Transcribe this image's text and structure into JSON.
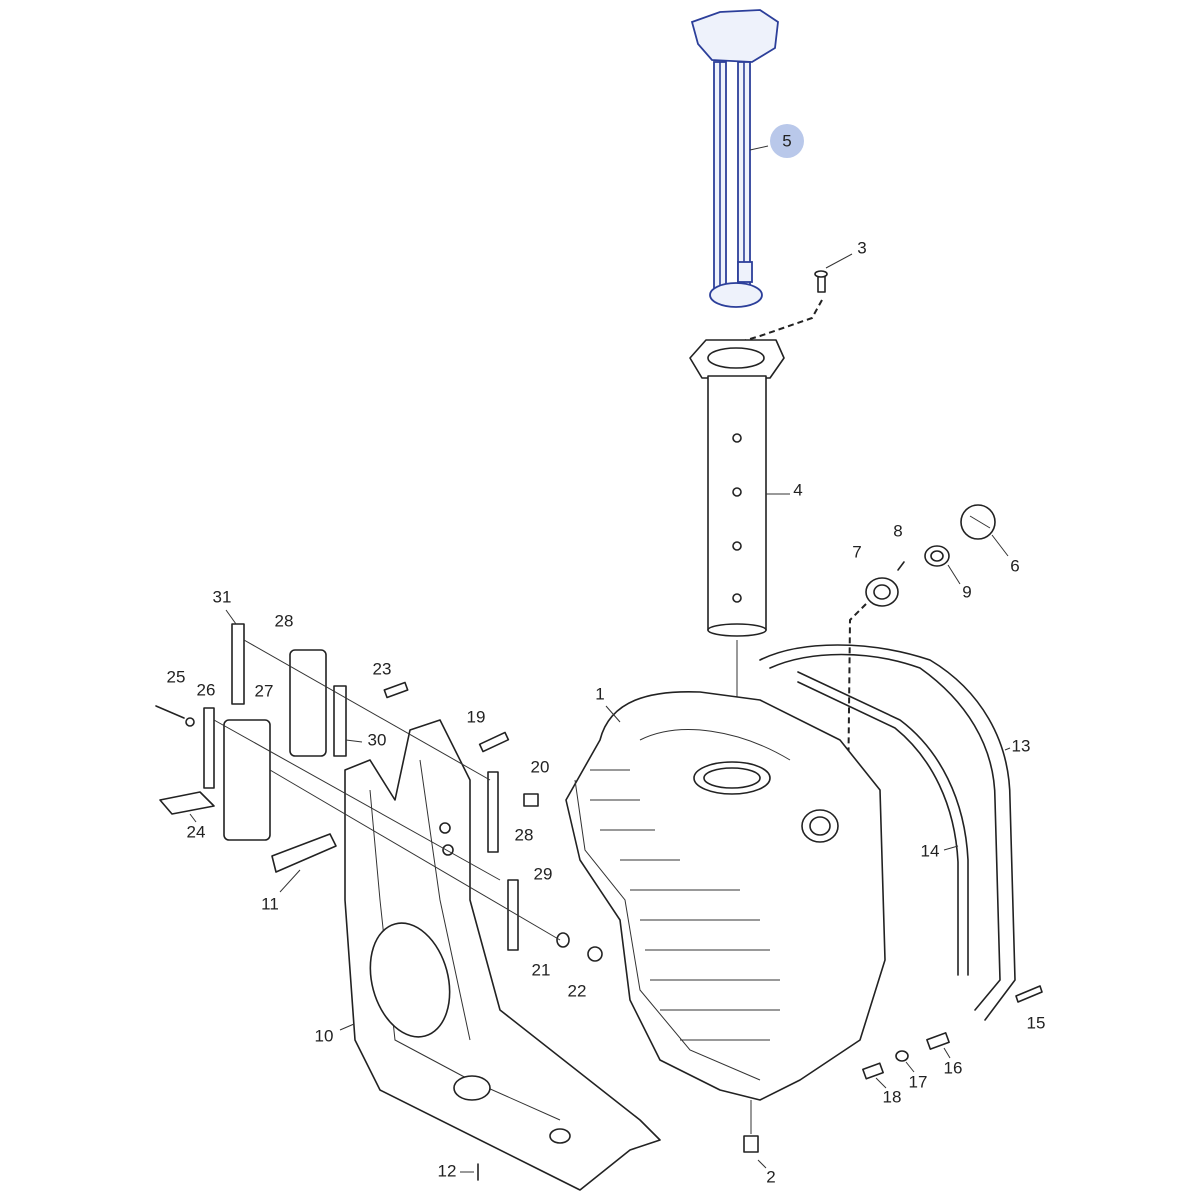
{
  "diagram": {
    "highlight_color": "#2c3f9a",
    "highlight_badge_color": "#b9c8ea",
    "callouts": {
      "c1": "1",
      "c2": "2",
      "c3": "3",
      "c4": "4",
      "c5": "5",
      "c6": "6",
      "c7": "7",
      "c8": "8",
      "c9": "9",
      "c10": "10",
      "c11": "11",
      "c12": "12",
      "c13": "13",
      "c14": "14",
      "c15": "15",
      "c16": "16",
      "c17": "17",
      "c18": "18",
      "c19": "19",
      "c20": "20",
      "c21": "21",
      "c22": "22",
      "c23": "23",
      "c24": "24",
      "c25": "25",
      "c26": "26",
      "c27": "27",
      "c28a": "28",
      "c28b": "28",
      "c29": "29",
      "c30": "30",
      "c31": "31"
    }
  }
}
